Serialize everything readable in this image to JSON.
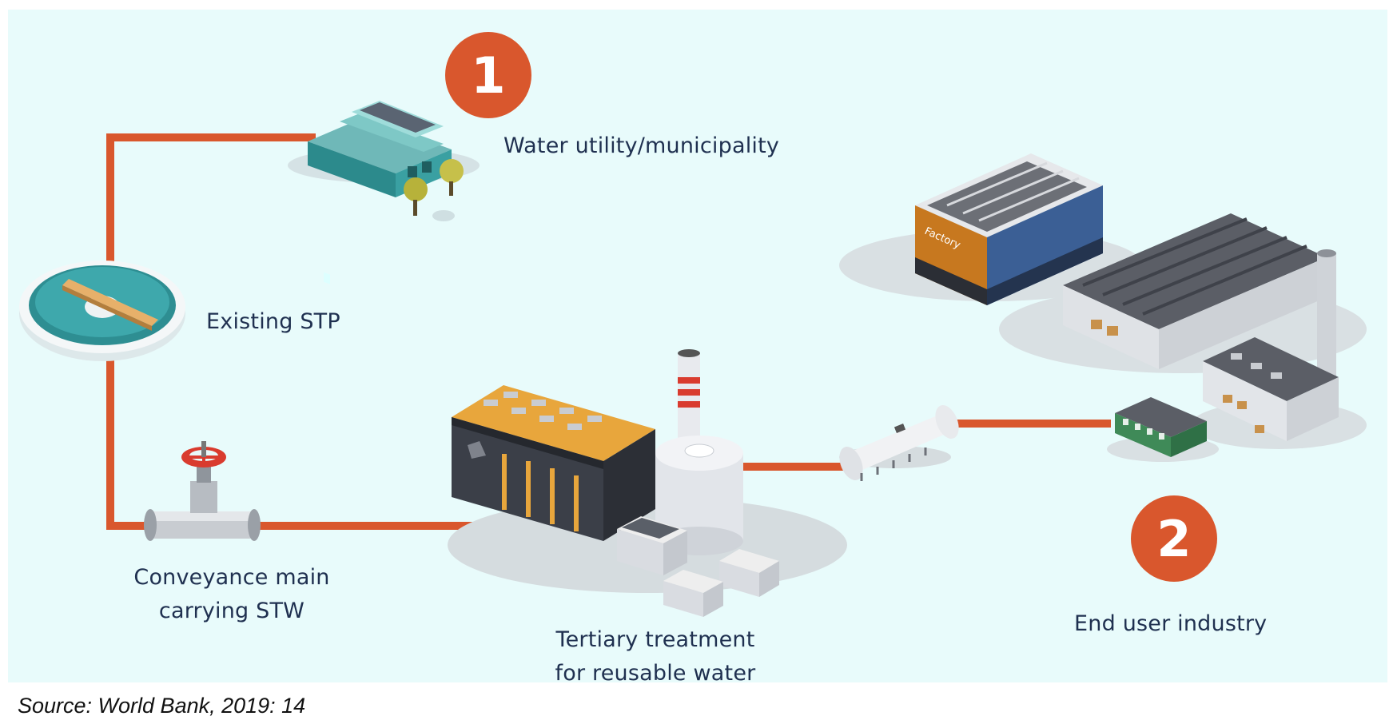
{
  "diagram": {
    "badges": {
      "one": "1",
      "two": "2"
    },
    "labels": {
      "water_utility": "Water utility/municipality",
      "existing_stp": "Existing STP",
      "conveyance_line1": "Conveyance main",
      "conveyance_line2": "carrying STW",
      "tertiary_line1": "Tertiary treatment",
      "tertiary_line2": "for reusable water",
      "end_user": "End user industry"
    },
    "factory_sign": "Factory",
    "colors": {
      "panel": "#e8fbfb",
      "pipe": "#d9572d",
      "badge": "#d9572d",
      "label_text": "#1f3050"
    }
  },
  "source": "Source: World Bank, 2019: 14"
}
